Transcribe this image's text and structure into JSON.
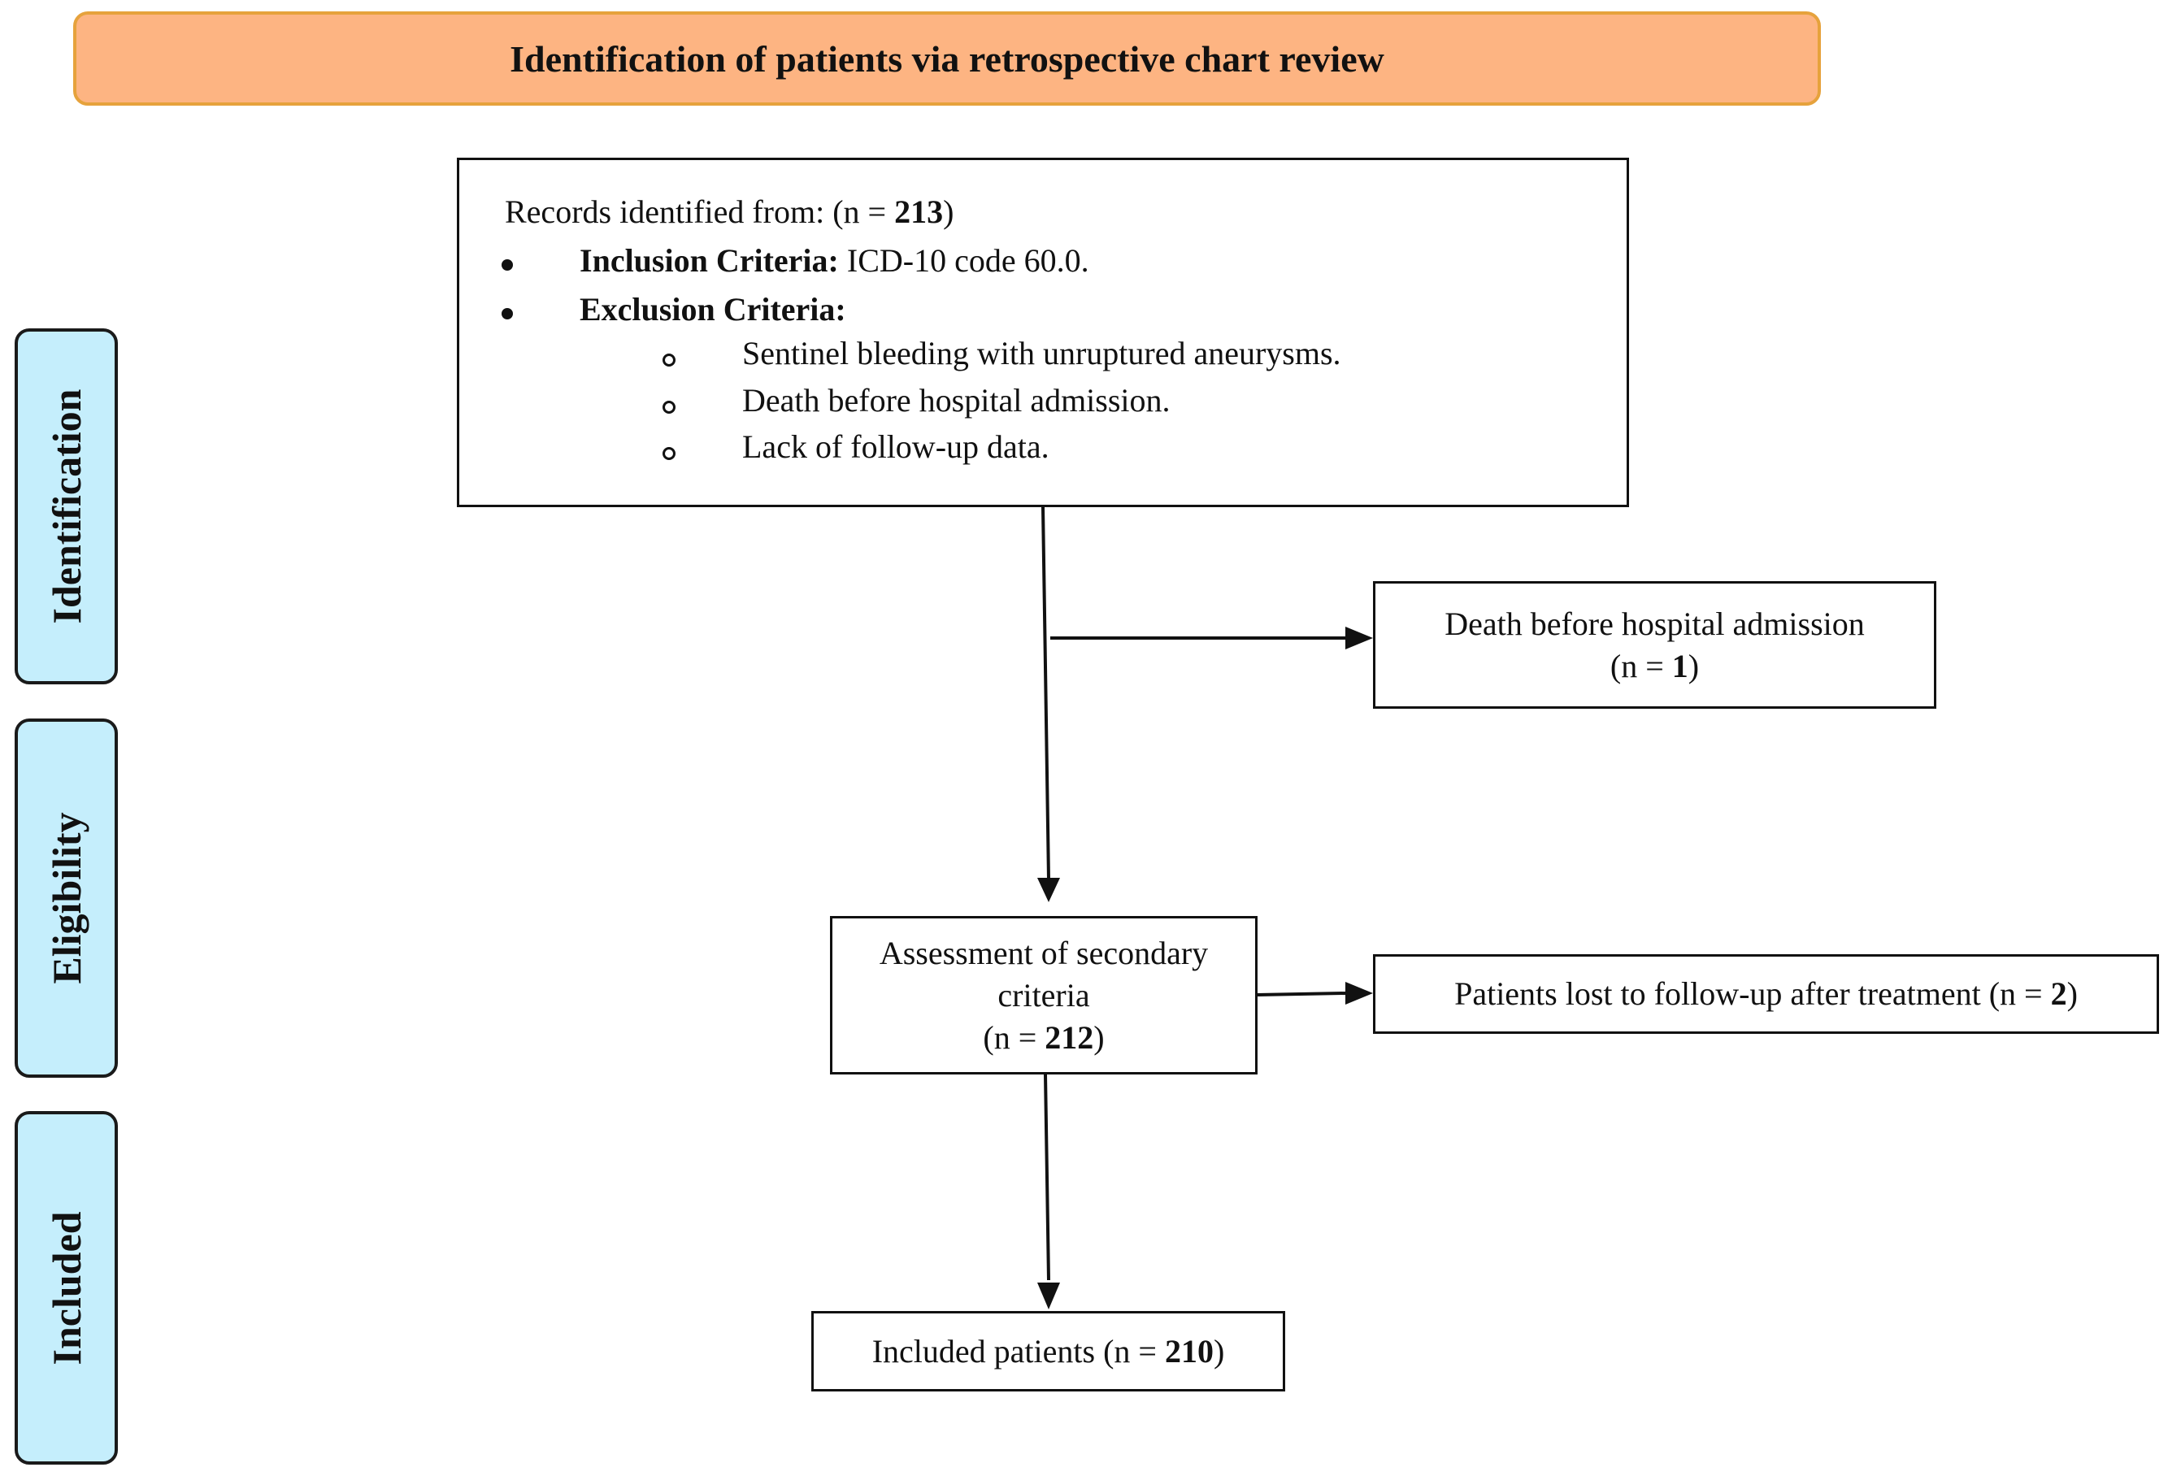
{
  "header": {
    "title": "Identification of patients via retrospective chart review",
    "fill_color": "#fdb482",
    "border_color": "#e6a23c"
  },
  "stages": [
    {
      "label": "Identification",
      "color": "#c5eefc"
    },
    {
      "label": "Eligibility",
      "color": "#c5eefc"
    },
    {
      "label": "Included",
      "color": "#c5eefc"
    }
  ],
  "records_box": {
    "intro_prefix": "Records identified from: (n = ",
    "intro_n": "213",
    "intro_suffix": ")",
    "inclusion_label": "Inclusion Criteria:",
    "inclusion_text": "ICD-10 code 60.0.",
    "exclusion_label": "Exclusion Criteria:",
    "exclusion_items": [
      "Sentinel bleeding with unruptured aneurysms.",
      "Death before hospital admission.",
      "Lack of follow-up data."
    ]
  },
  "death_box": {
    "line1": "Death before hospital  admission",
    "n_prefix": "(n = ",
    "n": "1",
    "n_suffix": ")"
  },
  "assessment_box": {
    "line1": "Assessment of secondary",
    "line2": "criteria",
    "n_prefix": "(n = ",
    "n": "212",
    "n_suffix": ")"
  },
  "lost_box": {
    "text_prefix": "Patients lost to follow-up after treatment (n = ",
    "n": "2",
    "n_suffix": ")"
  },
  "included_box": {
    "text_prefix": "Included patients (n = ",
    "n": "210",
    "n_suffix": ")"
  }
}
